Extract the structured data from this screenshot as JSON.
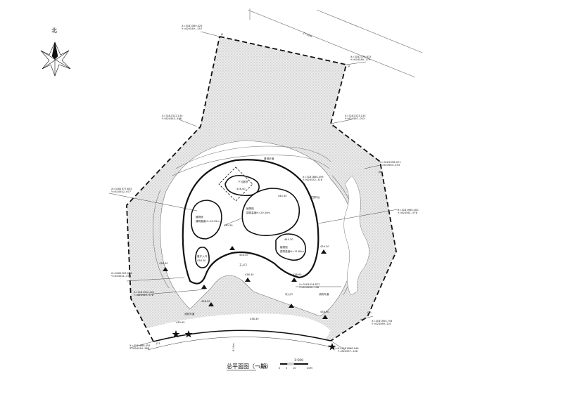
{
  "title": "总平面图（一期）",
  "title_scale": "1:500",
  "north_label": "北",
  "scale_bar": {
    "ratio": "1:500",
    "ticks": [
      "0",
      "5",
      "10",
      "20M"
    ]
  },
  "buildings": {
    "top_small": {
      "name": "下沉庭院",
      "level": "436.40"
    },
    "center_large": {
      "name": "植物馆",
      "height": "建筑高度H=20.30m",
      "level": "440.30"
    },
    "left_oval": {
      "name": "植物馆",
      "height": "建筑高度H=16.35m",
      "level": "440.30"
    },
    "lower_right": {
      "name": "植物馆",
      "height": "建筑高度H=11.80m",
      "level": "440.30"
    },
    "left_small": {
      "name": "餐厅入口",
      "level": "438.30"
    }
  },
  "labels": {
    "main_entrance": "主入口",
    "secondary_entrance": "次入口",
    "fire_lane_left": "消防车道",
    "fire_lane_right": "消防车道",
    "road_width": "8.00m",
    "landscape": "景观步道",
    "canopy": "屋顶平台",
    "levels": [
      "438.30",
      "438.30",
      "438.60",
      "438.90",
      "438.90",
      "439.20",
      "438.30"
    ],
    "road_levels": [
      "439.45",
      "438.30"
    ]
  },
  "coordinates": [
    {
      "id": "J1",
      "x": "X=3182389.425",
      "y": "Y=624549...557"
    },
    {
      "id": "J2",
      "x": "X=3182376.615",
      "y": "Y=624548..179"
    },
    {
      "id": "J3",
      "x": "X=3182322.135",
      "y": "Y=624543..598"
    },
    {
      "id": "J4",
      "x": "X=3182323.135",
      "y": "Y=624567..053"
    },
    {
      "id": "J5",
      "x": "X=3181977.635",
      "y": "Y=624542..677"
    },
    {
      "id": "J6",
      "x": "X=3181998.071",
      "y": "Y=624563..453"
    },
    {
      "id": "J7",
      "x": "X=3181960.000",
      "y": "Y=624561..978"
    },
    {
      "id": "J8",
      "x": "X=3181925.003",
      "y": "Y=624541..073"
    },
    {
      "id": "J9",
      "x": "X=3181920.421",
      "y": "Y=624549..578"
    },
    {
      "id": "J10",
      "x": "X=3181914.872",
      "y": "Y=624560..708"
    },
    {
      "id": "J11",
      "x": "X=3181868.455",
      "y": "Y=624544..368"
    },
    {
      "id": "J12",
      "x": "X=3181868.546",
      "y": "Y=624557..106"
    },
    {
      "id": "J13",
      "x": "X=3181904.754",
      "y": "Y=624569..201"
    },
    {
      "id": "J14",
      "x": "X=3181880.459",
      "y": "Y=624552..316"
    }
  ],
  "road_label": "27.00m"
}
